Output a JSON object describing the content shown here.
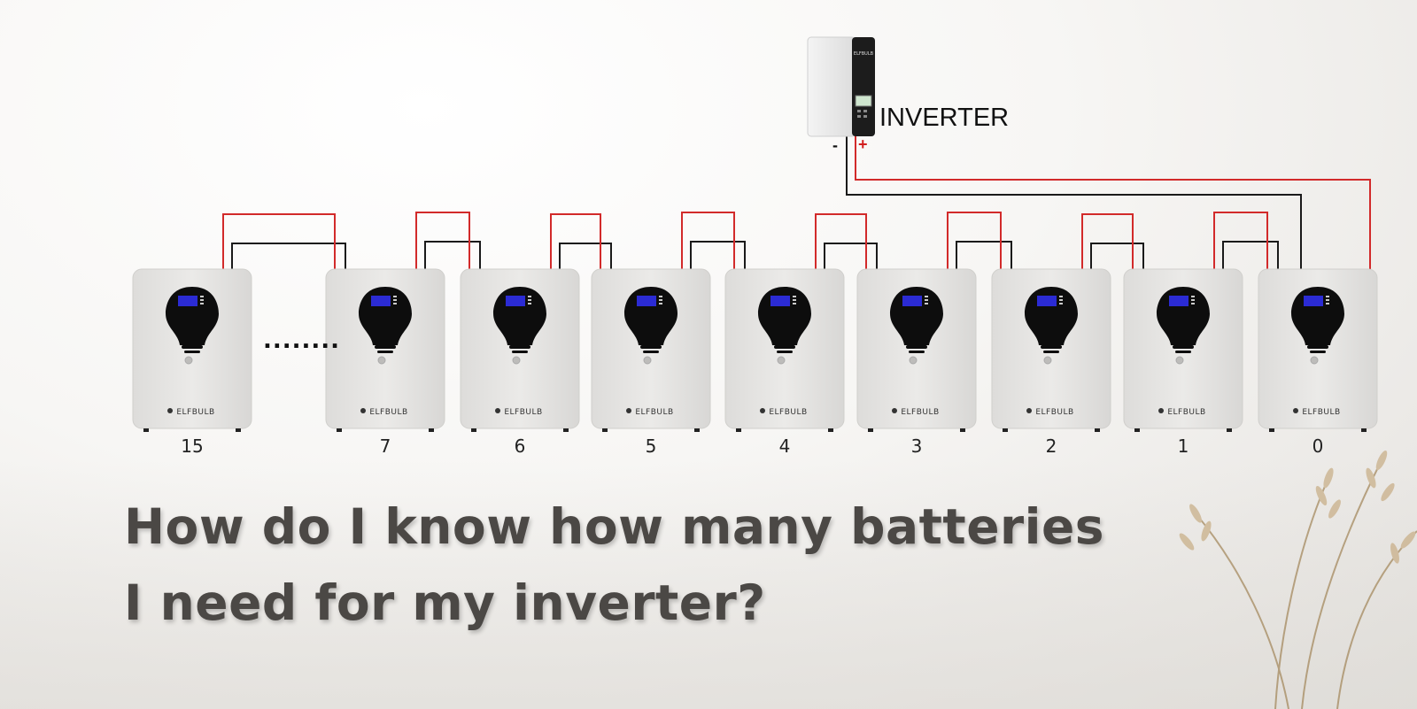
{
  "diagram": {
    "inverter_label": "INVERTER",
    "negative_terminal": "-",
    "positive_terminal": "+",
    "inverter_brand": "ELFBULB",
    "battery_brand": "ELFBULB",
    "ellipsis": "........",
    "batteries": [
      "15",
      "7",
      "6",
      "5",
      "4",
      "3",
      "2",
      "1",
      "0"
    ]
  },
  "headline": {
    "line1": "How do I know how many batteries",
    "line2": "I need for my inverter?"
  },
  "colors": {
    "positive_wire": "#d22a2a",
    "negative_wire": "#1a1a1a",
    "battery_body": "#e6e5e3",
    "bulb": "#0d0d0d",
    "screen": "#2b2bd4",
    "headline": "#4b4845"
  }
}
